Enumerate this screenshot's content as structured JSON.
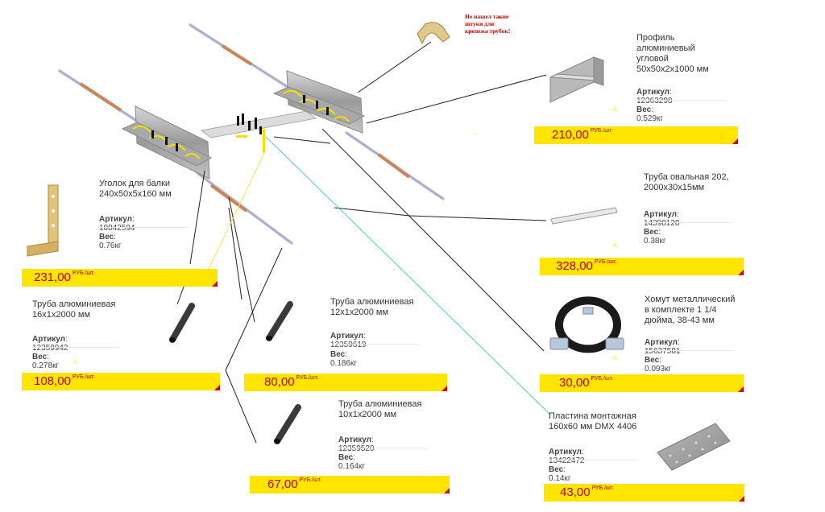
{
  "note": "Не нашел такие штуки для крепежа трубок!",
  "currency_unit": "РУБ./шт.",
  "labels": {
    "article": "Артикул",
    "weight": "Вес"
  },
  "colors": {
    "price_bar": "#ffe500",
    "price_text": "#c00000",
    "note_text": "#d00000",
    "corner": "#d80000"
  },
  "products": [
    {
      "id": "profile",
      "name": "Профиль алюминиевый угловой 50х50х2х1000 мм",
      "article": "12363298",
      "weight": "0.529кг",
      "price_int": "210",
      "price_dec": ",00",
      "icon": "angle-profile-icon"
    },
    {
      "id": "bracket",
      "name": "Уголок для балки 240х50х5х160 мм",
      "article": "10842594",
      "weight": "0.76кг",
      "price_int": "231",
      "price_dec": ",00",
      "icon": "corner-bracket-icon"
    },
    {
      "id": "oval",
      "name": "Труба овальная 202, 2000х30х15мм",
      "article": "14398128",
      "weight": "0.38кг",
      "price_int": "328",
      "price_dec": ",00",
      "icon": "oval-tube-icon"
    },
    {
      "id": "tube16",
      "name": "Труба алюминиевая 16х1х2000 мм",
      "article": "12359942",
      "weight": "0.278кг",
      "price_int": "108",
      "price_dec": ",00",
      "icon": "tube-icon"
    },
    {
      "id": "tube12",
      "name": "Труба алюминиевая 12х1х2000 мм",
      "article": "12359619",
      "weight": "0.186кг",
      "price_int": "80",
      "price_dec": ",00",
      "icon": "tube-icon"
    },
    {
      "id": "clamp",
      "name": "Хомут металлический в комплекте 1 1/4 дюйма, 38-43 мм",
      "article": "15637581",
      "weight": "0.093кг",
      "price_int": "30",
      "price_dec": ",00",
      "icon": "pipe-clamp-icon"
    },
    {
      "id": "tube10",
      "name": "Труба алюминиевая 10х1х2000 мм",
      "article": "12359520",
      "weight": "0.164кг",
      "price_int": "67",
      "price_dec": ",00",
      "icon": "tube-icon"
    },
    {
      "id": "plate",
      "name": "Пластина монтажная 160х60 мм DMX 4406",
      "article": "13422472",
      "weight": "0.14кг",
      "price_int": "43",
      "price_dec": ",00",
      "icon": "mounting-plate-icon"
    }
  ]
}
